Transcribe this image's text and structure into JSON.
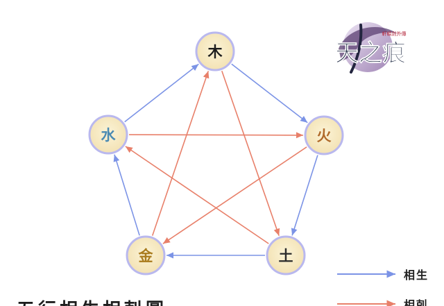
{
  "title": "五行相生相剋圖",
  "logo": {
    "main": "天之痕",
    "subtitle": "軒轅劍外傳"
  },
  "elements": {
    "wood": {
      "label": "木",
      "color": "#1d1d1d"
    },
    "fire": {
      "label": "火",
      "color": "#b06a2a"
    },
    "earth": {
      "label": "土",
      "color": "#2b2b2b"
    },
    "metal": {
      "label": "金",
      "color": "#a97b1c"
    },
    "water": {
      "label": "水",
      "color": "#4a8ab2"
    }
  },
  "legend": {
    "generate": {
      "label": "相生",
      "color": "#7b93e6"
    },
    "overcome": {
      "label": "相剋",
      "color": "#e8806a"
    }
  },
  "relations": {
    "generate": [
      [
        "wood",
        "fire"
      ],
      [
        "fire",
        "earth"
      ],
      [
        "earth",
        "metal"
      ],
      [
        "metal",
        "water"
      ],
      [
        "water",
        "wood"
      ]
    ],
    "overcome": [
      [
        "wood",
        "earth"
      ],
      [
        "earth",
        "water"
      ],
      [
        "water",
        "fire"
      ],
      [
        "fire",
        "metal"
      ],
      [
        "metal",
        "wood"
      ]
    ]
  }
}
